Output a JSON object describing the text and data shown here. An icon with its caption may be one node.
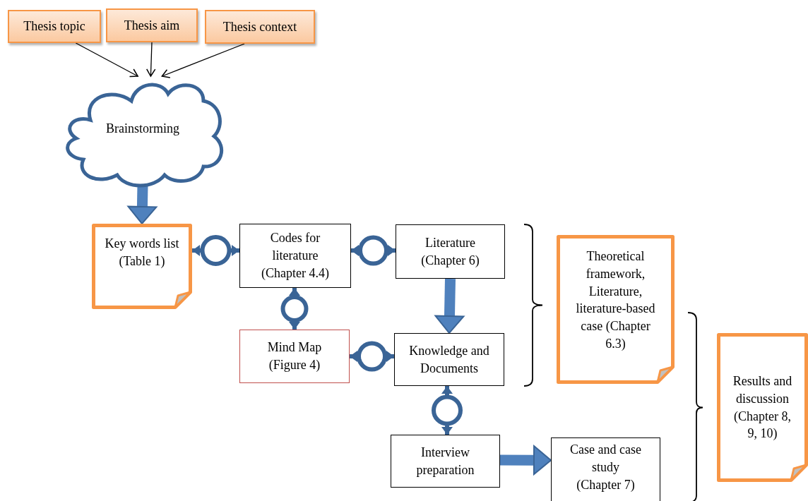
{
  "diagram": {
    "nodes": [
      {
        "text": [
          "Thesis topic"
        ]
      },
      {
        "text": [
          "Thesis aim"
        ]
      },
      {
        "text": [
          "Thesis context"
        ]
      },
      {
        "text": [
          "Brainstorming"
        ]
      },
      {
        "text": [
          "Key words list (Table 1)"
        ]
      },
      {
        "text": [
          "Codes for literature (Chapter 4.4)"
        ]
      },
      {
        "text": [
          "Literature (Chapter 6)"
        ]
      },
      {
        "text": [
          "Mind Map (Figure 4)"
        ]
      },
      {
        "text": [
          "Knowledge and Documents"
        ]
      },
      {
        "text": [
          "Theoretical framework, Literature, literature-based case (Chapter 6.3)"
        ]
      },
      {
        "text": [
          "Interview preparation"
        ]
      },
      {
        "text": [
          "Case and case study (Chapter 7)"
        ]
      },
      {
        "text": [
          "Results and discussion (Chapter 8, 9, 10)"
        ]
      }
    ],
    "edges": [
      {
        "from": 0,
        "to": 3,
        "arrow": "to",
        "color": "#000000"
      },
      {
        "from": 1,
        "to": 3,
        "arrow": "to",
        "color": "#000000"
      },
      {
        "from": 2,
        "to": 3,
        "arrow": "to",
        "color": "#000000"
      },
      {
        "from": 3,
        "to": 4,
        "arrow": "to",
        "style": "thick",
        "color": "#4f81bd"
      },
      {
        "from": 4,
        "to": 5,
        "arrow": "both",
        "color": "#3a6496"
      },
      {
        "from": 5,
        "to": 6,
        "arrow": "both",
        "color": "#3a6496"
      },
      {
        "from": 5,
        "to": 7,
        "arrow": "both",
        "color": "#3a6496"
      },
      {
        "from": 6,
        "to": 8,
        "arrow": "to",
        "style": "thick",
        "color": "#4f81bd"
      },
      {
        "from": 7,
        "to": 8,
        "arrow": "both",
        "color": "#3a6496"
      },
      {
        "from": 8,
        "to": 10,
        "arrow": "both",
        "color": "#3a6496"
      },
      {
        "from": 10,
        "to": 11,
        "arrow": "to",
        "style": "thick",
        "color": "#4f81bd"
      }
    ]
  }
}
